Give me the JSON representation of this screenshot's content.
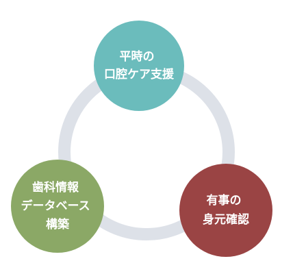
{
  "diagram": {
    "colors": {
      "ring": "#dde1e8",
      "top": "#6bbcbc",
      "left": "#8ba866",
      "right": "#9a4444"
    },
    "nodes": [
      {
        "id": "top",
        "lines": [
          "平時の",
          "口腔ケア支援"
        ]
      },
      {
        "id": "left",
        "lines": [
          "歯科情報",
          "データベース",
          "構築"
        ]
      },
      {
        "id": "right",
        "lines": [
          "有事の",
          "身元確認"
        ]
      }
    ]
  }
}
